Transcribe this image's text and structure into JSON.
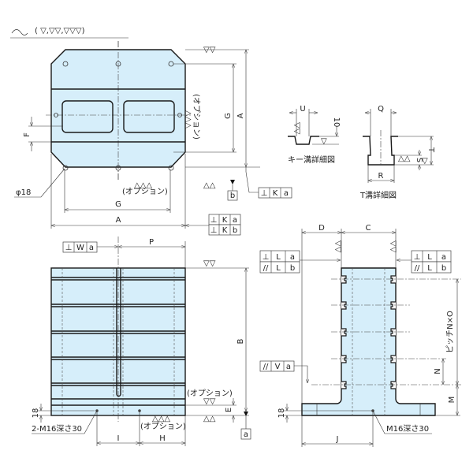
{
  "header": {
    "roughness_wave": "∼",
    "roughness_text": "( ▽,▽▽,▽▽▽)"
  },
  "top_view": {
    "dim_A": "A",
    "dim_G": "G",
    "dim_F": "F",
    "hole_diameter": "φ18",
    "option": "(オプション)",
    "datum_b": "b",
    "tol_perp_K_a": [
      "⊥",
      "K",
      "a"
    ],
    "tol_perp_K_b": [
      "⊥",
      "K",
      "b"
    ]
  },
  "key_detail": {
    "dim_U": "U",
    "dim_10": "10",
    "caption": "キー溝詳細図"
  },
  "t_detail": {
    "dim_Q": "Q",
    "dim_T": "T",
    "dim_S": "S",
    "dim_R": "R",
    "caption": "T溝詳細図"
  },
  "front_view": {
    "dim_P": "P",
    "dim_B": "B",
    "dim_E": "E",
    "dim_18": "18",
    "dim_I": "I",
    "dim_H": "H",
    "tap_note": "2-M16深さ30",
    "option": "(オプション)",
    "datum_a": "a",
    "tol_perp_W_a": [
      "⊥",
      "W",
      "a"
    ]
  },
  "side_view": {
    "dim_D": "D",
    "dim_C": "C",
    "dim_J": "J",
    "dim_M": "M",
    "dim_N": "N",
    "dim_18": "18",
    "pitch": "ピッチN×O",
    "tap_note": "M16深さ30",
    "tol_left": [
      [
        "⊥",
        "L",
        "a"
      ],
      [
        "//",
        "L",
        "b"
      ]
    ],
    "tol_right": [
      [
        "⊥",
        "L",
        "a"
      ],
      [
        "//",
        "L",
        "b"
      ]
    ],
    "tol_par_V_a": [
      "//",
      "V",
      "a"
    ]
  },
  "colors": {
    "part_fill": "#d6eefa",
    "line": "#1a1a1a"
  }
}
